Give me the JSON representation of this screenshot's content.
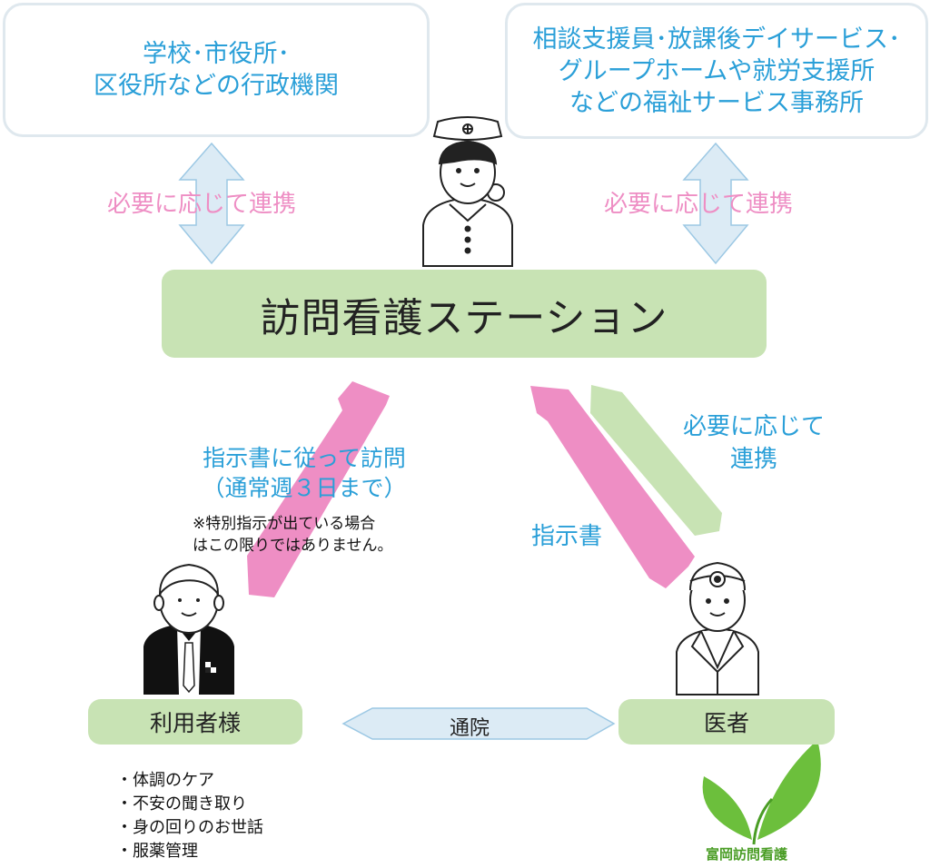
{
  "org_school": "学校･市役所･\n区役所などの行政機関",
  "org_welfare": "相談支援員･放課後デイサービス･\nグループホームや就労支援所\nなどの福祉サービス事務所",
  "link_left": "必要に応じて連携",
  "link_right": "必要に応じて連携",
  "station": "訪問看護ステーション",
  "visit_main": "指示書に従って訪問\n（通常週３日まで）",
  "visit_note": "※特別指示が出ている場合\nはこの限りではありません。",
  "instruction": "指示書",
  "link_doctor": "必要に応じて\n連携",
  "user": "利用者様",
  "doctor": "医者",
  "commute": "通院",
  "services": [
    "・体調のケア",
    "・不安の聞き取り",
    "・身の回りのお世話",
    "・服薬管理"
  ],
  "logo_text": "富岡訪問看護",
  "colors": {
    "blue": "#2a9fd8",
    "pink": "#ee8ec4",
    "green": "#c8e3b4",
    "light_blue": "#dcebf5",
    "logo_green": "#6cbf3c"
  }
}
